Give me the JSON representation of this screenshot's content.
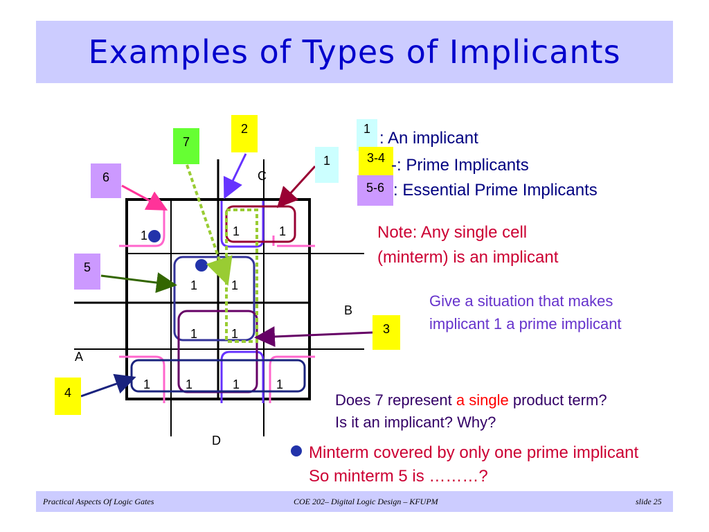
{
  "title": "Examples of Types of Implicants",
  "tags": {
    "t1": "1",
    "t2": "2",
    "t3": "3",
    "t4": "4",
    "t5": "5",
    "t6": "6",
    "t7": "7",
    "legend1": "1",
    "legend34": "3-4",
    "legend56": "5-6"
  },
  "axes": {
    "A": "A",
    "B": "B",
    "C": "C",
    "D": "D"
  },
  "cells": {
    "r0c0": "1",
    "r0c2": "1",
    "r0c3": "1",
    "r1c1": "1",
    "r1c2": "1",
    "r2c1": "1",
    "r2c2": "1",
    "r3c0": "1",
    "r3c1": "1",
    "r3c2": "1",
    "r3c3": "1"
  },
  "legend": {
    "line1": ": An implicant",
    "line2": "-: Prime Implicants",
    "line3": ": Essential Prime Implicants"
  },
  "note": {
    "line1": "Note: Any single cell",
    "line2": "(minterm) is an implicant"
  },
  "give": {
    "line1": "Give a situation that makes",
    "line2": "implicant 1 a prime implicant"
  },
  "question": {
    "line1_a": "Does 7 represent ",
    "line1_b": "a single",
    "line1_c": " product term?",
    "line2": "Is it an implicant? Why?"
  },
  "minterm": {
    "line1": "Minterm covered by only one prime implicant",
    "line2": "So minterm 5 is ………?"
  },
  "footer": {
    "left": "Practical Aspects Of Logic Gates",
    "center": "COE 202– Digital Logic  Design – KFUPM",
    "right": "slide 25"
  },
  "colors": {
    "title_bg": "#ccccff",
    "title_text": "#0000cc",
    "tag_yellow": "#ffff00",
    "tag_green": "#66ff33",
    "tag_cyan": "#ccffff",
    "tag_purple": "#cc99ff",
    "pink": "#ff66cc",
    "violet": "#6633ff",
    "dark_red": "#990033",
    "navy": "#1a237e",
    "plum": "#660066",
    "olive_dash": "#99cc33",
    "dark_green": "#336600",
    "dot": "#2233aa"
  }
}
